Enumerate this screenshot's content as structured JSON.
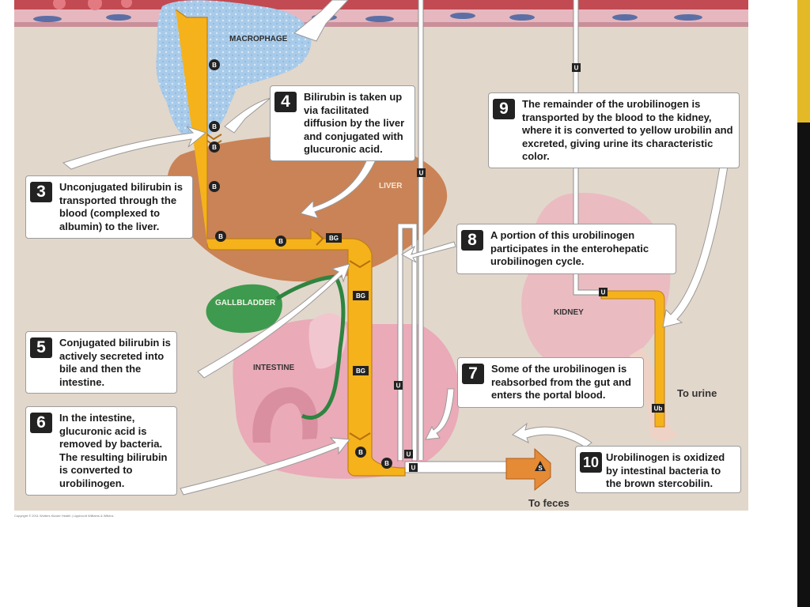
{
  "organs": {
    "macrophage": "MACROPHAGE",
    "liver": "LIVER",
    "gallbladder": "GALLBLADDER",
    "intestine": "INTESTINE",
    "kidney": "KIDNEY"
  },
  "molecules": {
    "bilirubin": "B",
    "bilirubin_glucuronide": "BG",
    "urobilinogen": "U",
    "urobilin": "Ub",
    "stercobilin": "S"
  },
  "steps": [
    {
      "number": "3",
      "text": "Unconjugated bilirubin is transported through the blood (complexed to albumin) to the liver."
    },
    {
      "number": "4",
      "text": "Bilirubin is taken up via facilitated diffusion by the liver and conjugated with glucuronic acid."
    },
    {
      "number": "5",
      "text": "Conjugated bilirubin is actively secreted into bile and then the intestine."
    },
    {
      "number": "6",
      "text": "In the intestine, glucuronic acid is removed by bacteria. The resulting bilirubin is converted to urobilinogen."
    },
    {
      "number": "7",
      "text": "Some of the urobilinogen is reabsorbed from the gut and enters the portal blood."
    },
    {
      "number": "8",
      "text": "A portion of this urobilinogen participates in the enterohepatic urobilinogen cycle."
    },
    {
      "number": "9",
      "text": "The remainder of the urobilinogen is transported by the blood to the kidney, where it is converted to yellow urobilin and excreted, giving urine its characteristic color."
    },
    {
      "number": "10",
      "text": "Urobilinogen is oxidized by intestinal bacteria to the brown stercobilin."
    }
  ],
  "destinations": {
    "urine": "To urine",
    "feces": "To feces"
  },
  "copyright": "Copyright © 2011 Wolters Kluwer Health | Lippincott Williams & Wilkins",
  "colors": {
    "background": "#e2d7cb",
    "blood_vessel": "#c24a52",
    "liver": "#c98356",
    "gallbladder": "#3e9a4e",
    "intestine": "#eaaab8",
    "kidney": "#eabcc2",
    "pathway": "#f5b21b",
    "stercobilin_arrow": "#e58a35",
    "macrophage": "#a9cbea"
  }
}
